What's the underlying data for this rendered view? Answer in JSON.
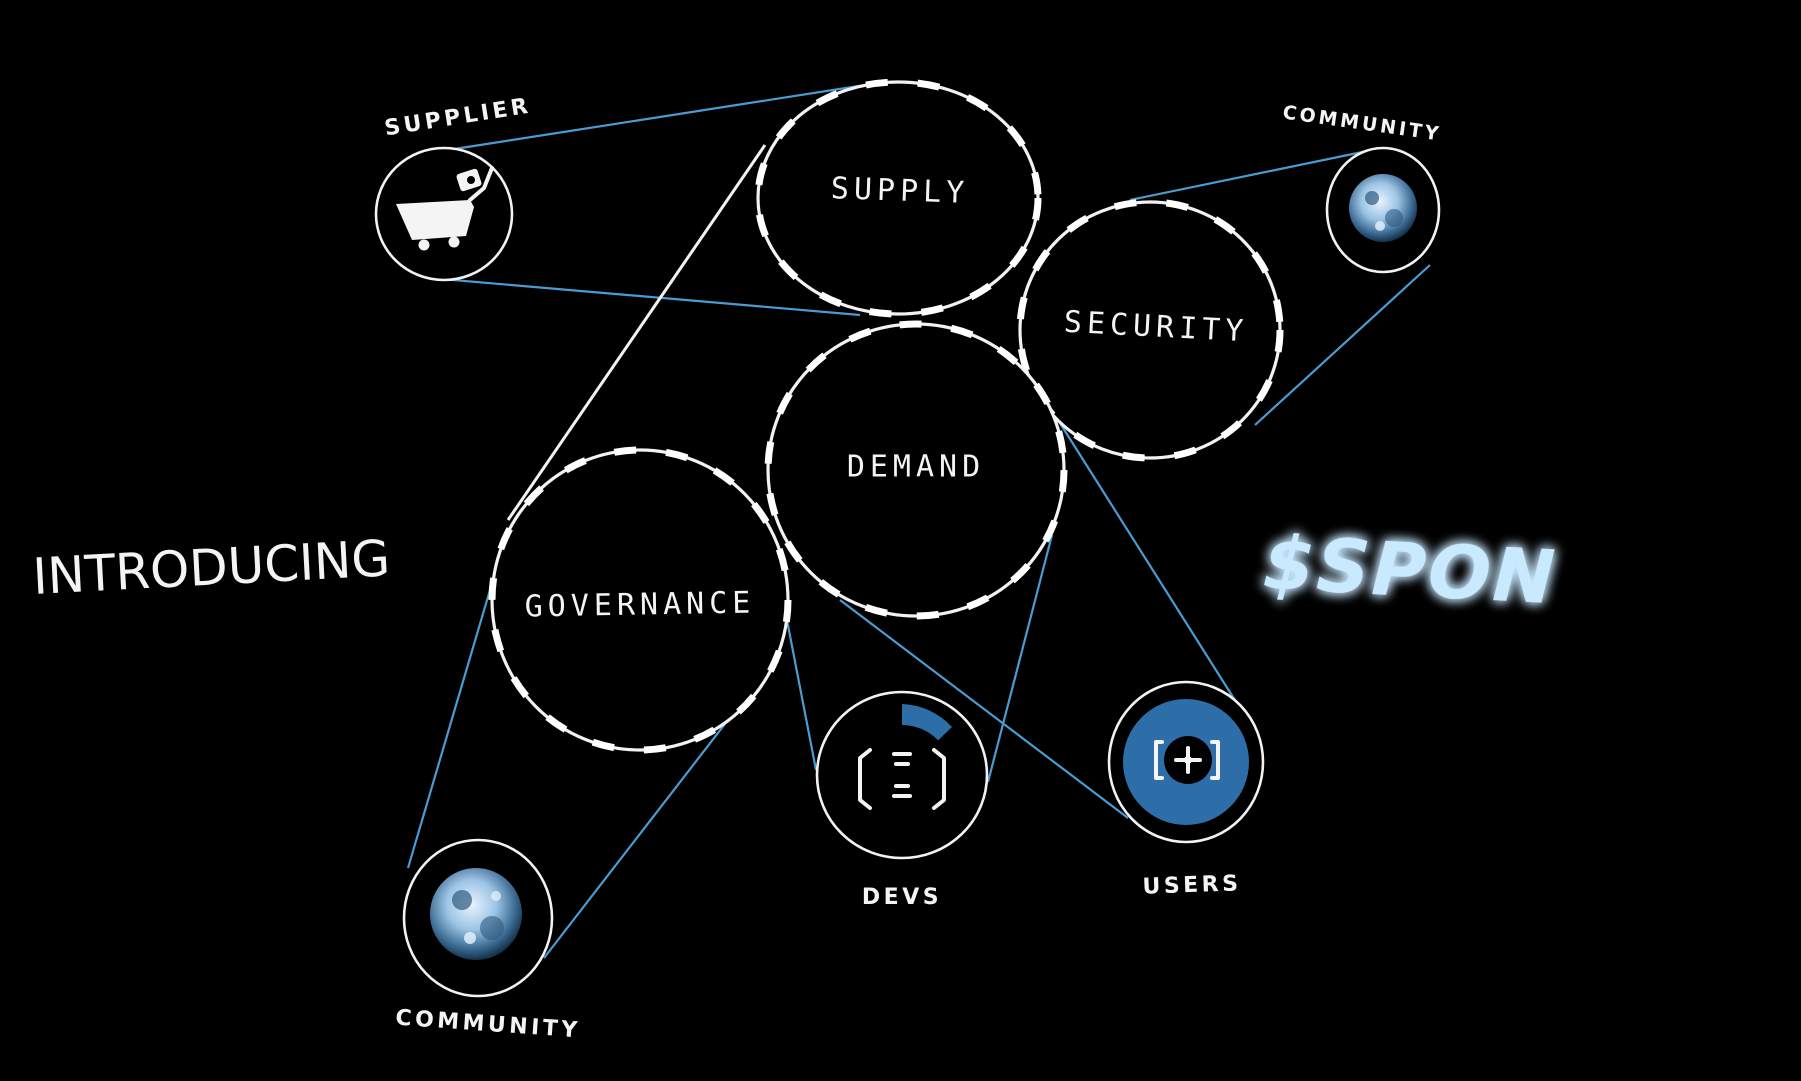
{
  "intro": "INTRODUCING",
  "token": "$SPON",
  "colors": {
    "background": "#000000",
    "link": "#4a9cd0",
    "accent": "#2d6ea8",
    "token_glow": "#4aa8ff"
  },
  "main_nodes": {
    "supply": "SUPPLY",
    "security": "SECURITY",
    "demand": "DEMAND",
    "governance": "GOVERNANCE"
  },
  "small_nodes": {
    "supplier": {
      "label": "SUPPLIER",
      "icon": "shopping-cart-icon"
    },
    "community_top": {
      "label": "COMMUNITY",
      "icon": "moon-icon"
    },
    "community_bottom": {
      "label": "COMMUNITY",
      "icon": "moon-icon"
    },
    "devs": {
      "label": "DEVS",
      "icon": "code-brackets-icon"
    },
    "users": {
      "label": "USERS",
      "icon": "crosshair-icon"
    }
  }
}
